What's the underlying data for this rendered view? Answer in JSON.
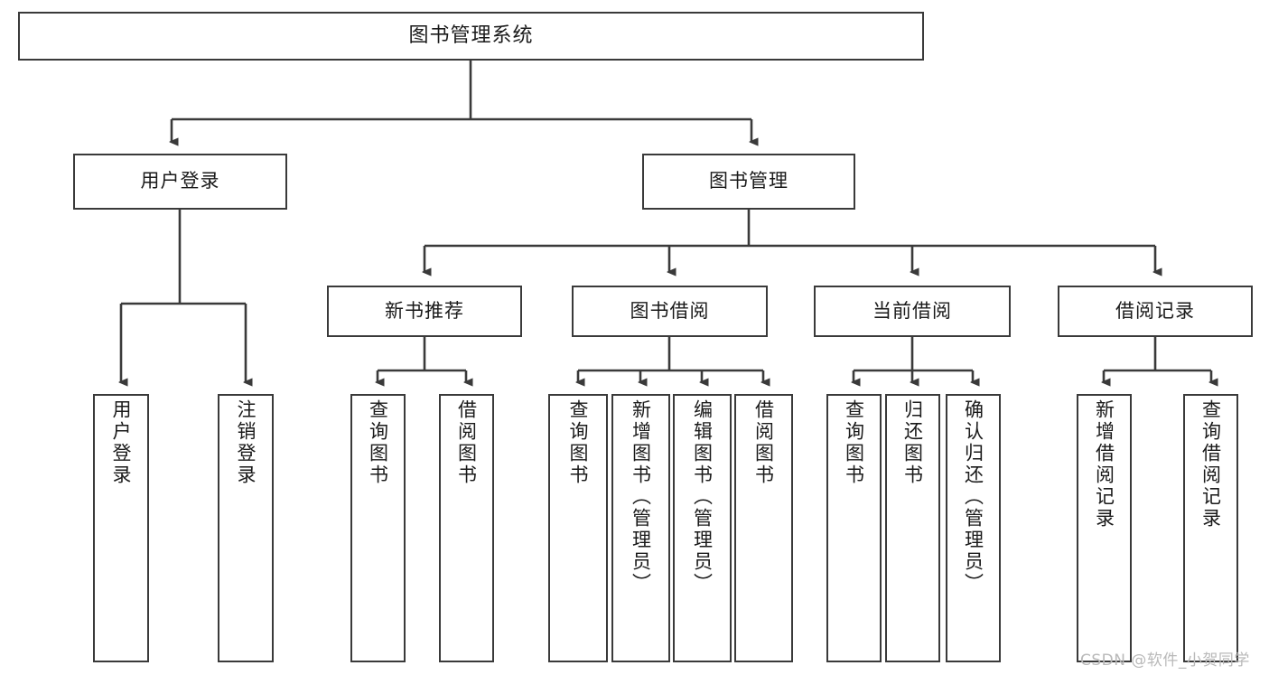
{
  "diagram": {
    "title": "图书管理系统",
    "type": "tree-hierarchy",
    "watermark": "CSDN @软件_小贺同学",
    "colors": {
      "box_border": "#3a3a3a",
      "box_fill": "#ffffff",
      "edge": "#3a3a3a",
      "text": "#1a1a1a",
      "watermark": "#b9b9b9",
      "background": "#ffffff"
    },
    "nodes": {
      "root": {
        "label": "图书管理系统",
        "level": 1,
        "orientation": "horizontal"
      },
      "user_login": {
        "label": "用户登录",
        "level": 2,
        "orientation": "horizontal"
      },
      "book_manage": {
        "label": "图书管理",
        "level": 2,
        "orientation": "horizontal"
      },
      "new_book_rec": {
        "label": "新书推荐",
        "level": 3,
        "orientation": "horizontal"
      },
      "book_borrow": {
        "label": "图书借阅",
        "level": 3,
        "orientation": "horizontal"
      },
      "current_borrow": {
        "label": "当前借阅",
        "level": 3,
        "orientation": "horizontal"
      },
      "borrow_record": {
        "label": "借阅记录",
        "level": 3,
        "orientation": "horizontal"
      },
      "leaf_user_login": {
        "label": "用户登录",
        "level": 3,
        "orientation": "vertical"
      },
      "leaf_logout": {
        "label": "注销登录",
        "level": 3,
        "orientation": "vertical"
      },
      "leaf_query_book_1": {
        "label": "查询图书",
        "level": 4,
        "orientation": "vertical"
      },
      "leaf_borrow_book_1": {
        "label": "借阅图书",
        "level": 4,
        "orientation": "vertical"
      },
      "leaf_query_book_2": {
        "label": "查询图书",
        "level": 4,
        "orientation": "vertical"
      },
      "leaf_add_book": {
        "label": "新增图书（管理员）",
        "level": 4,
        "orientation": "vertical"
      },
      "leaf_edit_book": {
        "label": "编辑图书（管理员）",
        "level": 4,
        "orientation": "vertical"
      },
      "leaf_borrow_book_2": {
        "label": "借阅图书",
        "level": 4,
        "orientation": "vertical"
      },
      "leaf_query_book_3": {
        "label": "查询图书",
        "level": 4,
        "orientation": "vertical"
      },
      "leaf_return_book": {
        "label": "归还图书",
        "level": 4,
        "orientation": "vertical"
      },
      "leaf_confirm_return": {
        "label": "确认归还（管理员）",
        "level": 4,
        "orientation": "vertical"
      },
      "leaf_add_record": {
        "label": "新增借阅记录",
        "level": 4,
        "orientation": "vertical"
      },
      "leaf_query_record": {
        "label": "查询借阅记录",
        "level": 4,
        "orientation": "vertical"
      }
    },
    "edges": [
      {
        "from": "root",
        "to": "user_login"
      },
      {
        "from": "root",
        "to": "book_manage"
      },
      {
        "from": "user_login",
        "to": "leaf_user_login"
      },
      {
        "from": "user_login",
        "to": "leaf_logout"
      },
      {
        "from": "book_manage",
        "to": "new_book_rec"
      },
      {
        "from": "book_manage",
        "to": "book_borrow"
      },
      {
        "from": "book_manage",
        "to": "current_borrow"
      },
      {
        "from": "book_manage",
        "to": "borrow_record"
      },
      {
        "from": "new_book_rec",
        "to": "leaf_query_book_1"
      },
      {
        "from": "new_book_rec",
        "to": "leaf_borrow_book_1"
      },
      {
        "from": "book_borrow",
        "to": "leaf_query_book_2"
      },
      {
        "from": "book_borrow",
        "to": "leaf_add_book"
      },
      {
        "from": "book_borrow",
        "to": "leaf_edit_book"
      },
      {
        "from": "book_borrow",
        "to": "leaf_borrow_book_2"
      },
      {
        "from": "current_borrow",
        "to": "leaf_query_book_3"
      },
      {
        "from": "current_borrow",
        "to": "leaf_return_book"
      },
      {
        "from": "current_borrow",
        "to": "leaf_confirm_return"
      },
      {
        "from": "borrow_record",
        "to": "leaf_add_record"
      },
      {
        "from": "borrow_record",
        "to": "leaf_query_record"
      }
    ]
  }
}
